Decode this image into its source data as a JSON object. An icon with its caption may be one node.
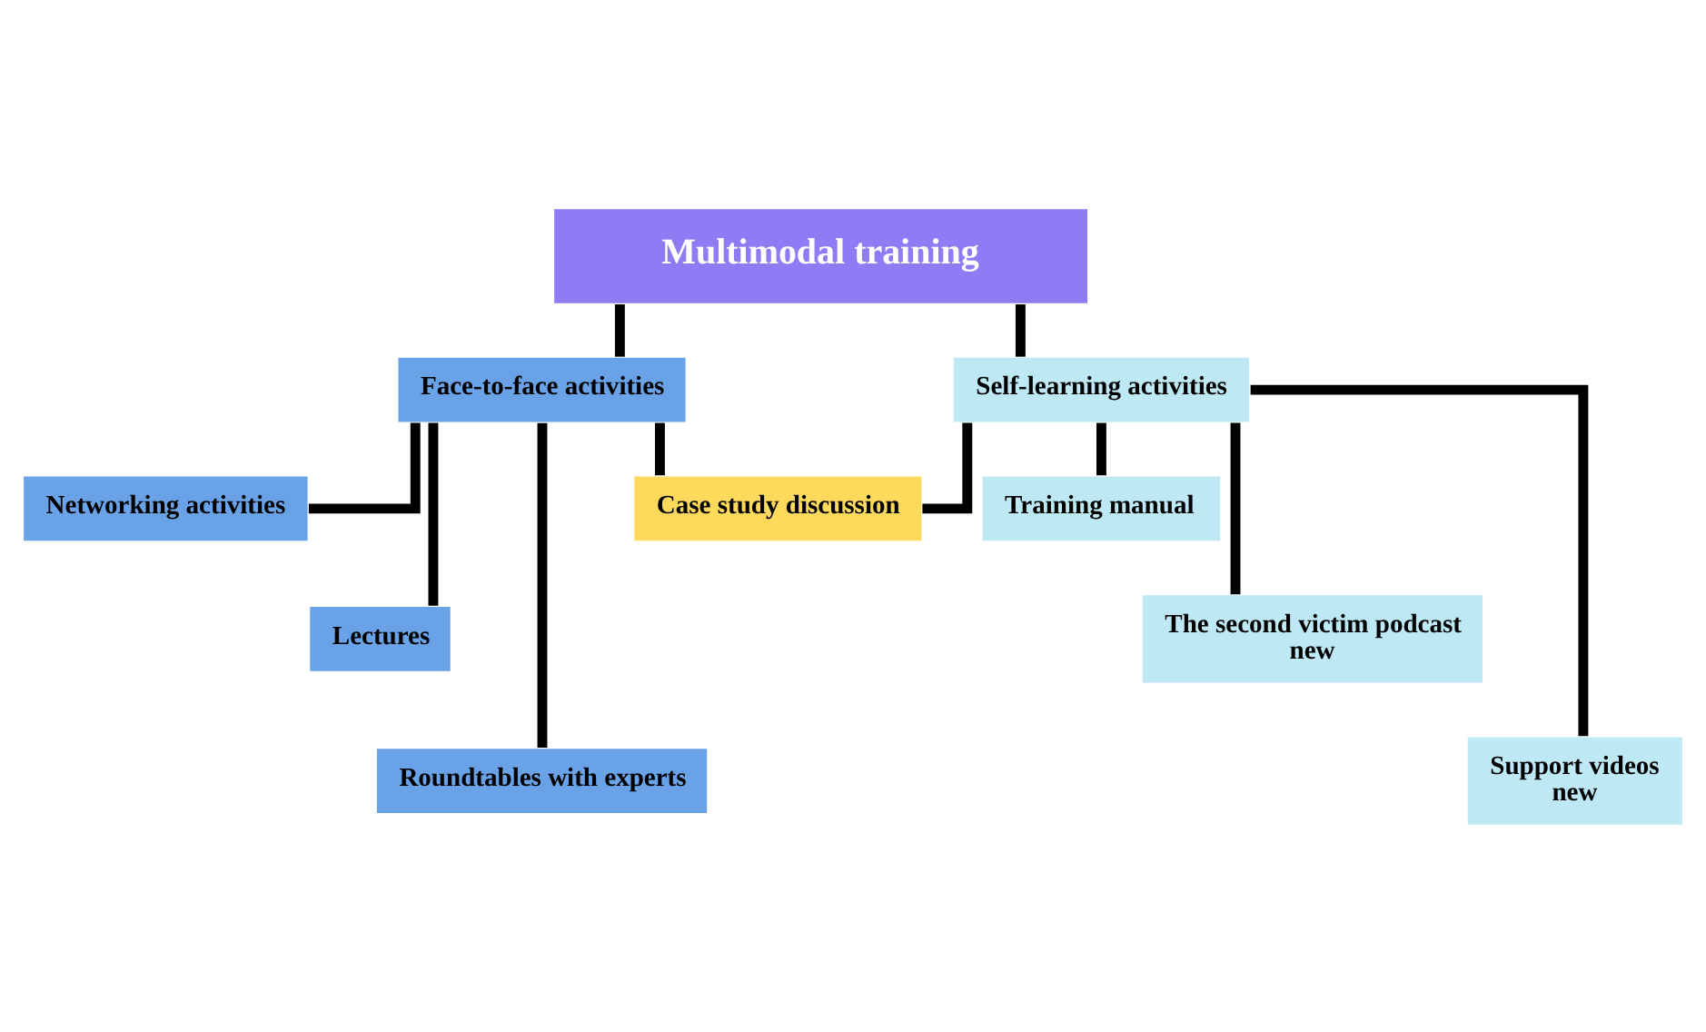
{
  "diagram": {
    "nodes": [
      {
        "text": [
          "Multimodal training"
        ]
      },
      {
        "text": [
          "Face-to-face activities"
        ]
      },
      {
        "text": [
          "Self-learning activities"
        ]
      },
      {
        "text": [
          "Networking activities"
        ]
      },
      {
        "text": [
          "Case study discussion"
        ]
      },
      {
        "text": [
          "Training manual"
        ]
      },
      {
        "text": [
          "Lectures"
        ]
      },
      {
        "text": [
          "The second victim podcast",
          "new"
        ]
      },
      {
        "text": [
          "Roundtables with experts"
        ]
      },
      {
        "text": [
          "Support videos",
          "new"
        ]
      }
    ],
    "edges": [
      {
        "from": 0,
        "to": 1,
        "arrow": "none"
      },
      {
        "from": 0,
        "to": 2,
        "arrow": "none"
      },
      {
        "from": 1,
        "to": 3,
        "arrow": "none"
      },
      {
        "from": 1,
        "to": 4,
        "arrow": "none"
      },
      {
        "from": 1,
        "to": 6,
        "arrow": "none"
      },
      {
        "from": 1,
        "to": 8,
        "arrow": "none"
      },
      {
        "from": 2,
        "to": 4,
        "arrow": "none"
      },
      {
        "from": 2,
        "to": 5,
        "arrow": "none"
      },
      {
        "from": 2,
        "to": 7,
        "arrow": "none"
      },
      {
        "from": 2,
        "to": 9,
        "arrow": "none"
      }
    ]
  }
}
